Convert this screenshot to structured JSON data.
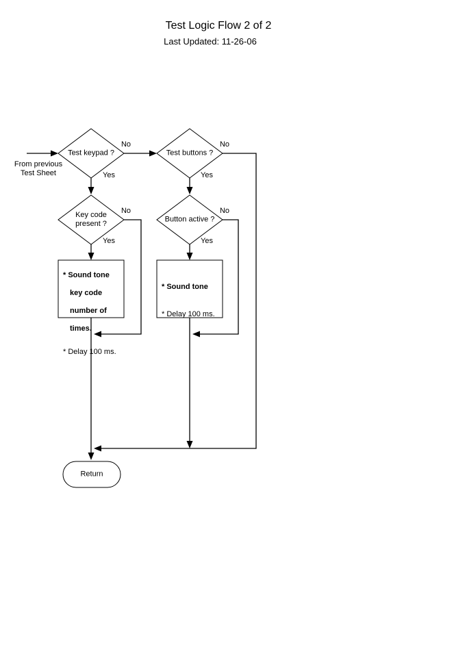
{
  "page": {
    "title": "Test Logic Flow 2 of 2",
    "subtitle": "Last Updated: 11-26-06"
  },
  "colors": {
    "line": "#000000",
    "background": "#ffffff",
    "text": "#000000"
  },
  "flow": {
    "entry_label": "From previous\nTest Sheet",
    "decisions": {
      "test_keypad": {
        "label": "Test keypad ?",
        "no": "No",
        "yes": "Yes"
      },
      "test_buttons": {
        "label": "Test buttons ?",
        "no": "No",
        "yes": "Yes"
      },
      "key_code": {
        "label": "Key code\npresent ?",
        "no": "No",
        "yes": "Yes"
      },
      "button_active": {
        "label": "Button active ?",
        "no": "No",
        "yes": "Yes"
      }
    },
    "process_sound_keycode": {
      "lines": [
        "* Sound tone",
        "key code",
        "number of",
        "times."
      ],
      "delay": "* Delay 100 ms."
    },
    "process_sound": {
      "line": "* Sound tone",
      "delay": "* Delay 100 ms."
    },
    "terminator": "Return"
  }
}
